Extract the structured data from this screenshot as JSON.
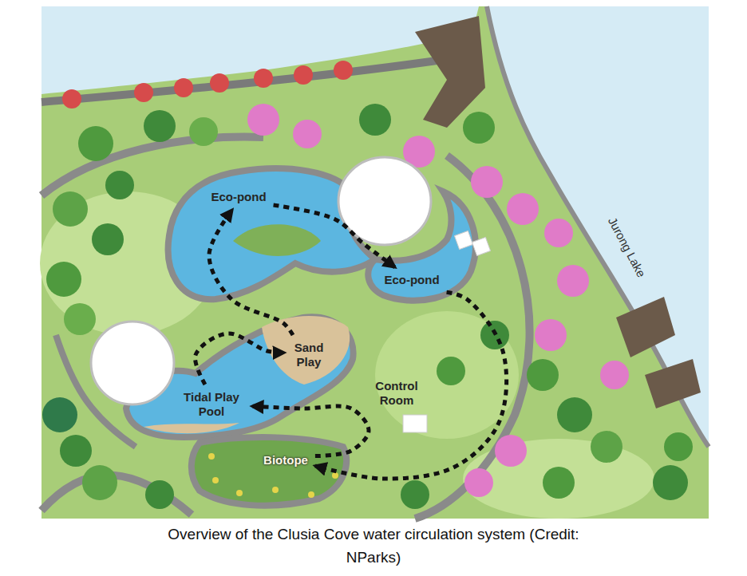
{
  "diagram": {
    "caption": "Overview of the Clusia Cove water circulation system (Credit: NParks)",
    "nodes": [
      {
        "text": [
          "Eco-pond"
        ]
      },
      {
        "text": [
          "Eco-pond"
        ]
      },
      {
        "text": [
          "Sand Play"
        ]
      },
      {
        "text": [
          "Tidal Play Pool"
        ]
      },
      {
        "text": [
          "Biotope"
        ]
      }
    ],
    "edges": [
      {
        "from": 2,
        "to": 0,
        "arrow": "to"
      },
      {
        "from": 0,
        "to": 1,
        "arrow": "to"
      },
      {
        "from": 1,
        "to": 4,
        "arrow": "to"
      },
      {
        "from": 4,
        "to": 3,
        "arrow": "to"
      },
      {
        "from": 3,
        "to": 2,
        "arrow": "to"
      }
    ],
    "labels": [
      "Control Room",
      "Jurong Lake"
    ]
  }
}
